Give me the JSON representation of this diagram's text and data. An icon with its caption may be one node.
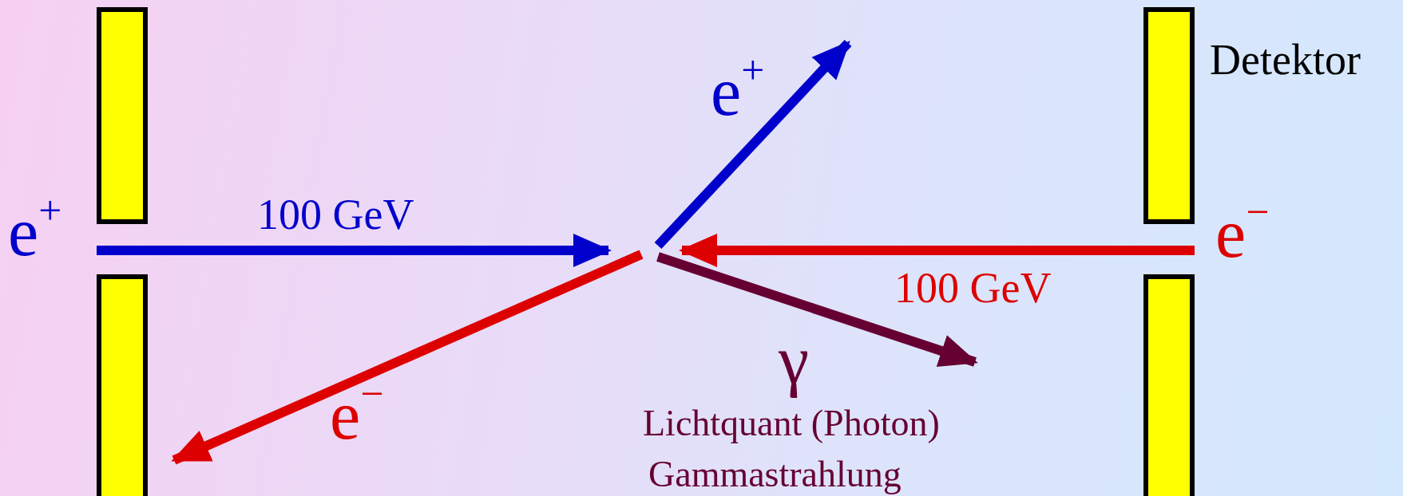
{
  "diagram": {
    "nodes": [
      {
        "text": [],
        "shape": "bar"
      },
      {
        "text": [],
        "shape": "bar"
      },
      {
        "text": [],
        "shape": "bar"
      },
      {
        "text": [],
        "shape": "bar"
      }
    ],
    "labels": [
      "Detektor",
      "e$^{+}$",
      "e$^{+}$",
      "100 GeV",
      "e$^{−}$",
      "100 GeV",
      "γ",
      "e$^{−}$",
      "Lichtquant (Photon)",
      "Gammastrahlung"
    ]
  }
}
